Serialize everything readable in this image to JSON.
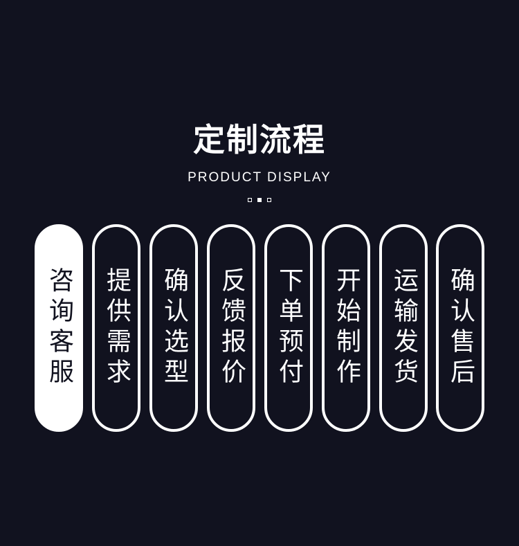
{
  "header": {
    "title": "定制流程",
    "subtitle": "PRODUCT DISPLAY"
  },
  "colors": {
    "background": "#11121f",
    "foreground": "#ffffff"
  },
  "steps": [
    {
      "label": "咨询客服",
      "active": true
    },
    {
      "label": "提供需求",
      "active": false
    },
    {
      "label": "确认选型",
      "active": false
    },
    {
      "label": "反馈报价",
      "active": false
    },
    {
      "label": "下单预付",
      "active": false
    },
    {
      "label": "开始制作",
      "active": false
    },
    {
      "label": "运输发货",
      "active": false
    },
    {
      "label": "确认售后",
      "active": false
    }
  ]
}
